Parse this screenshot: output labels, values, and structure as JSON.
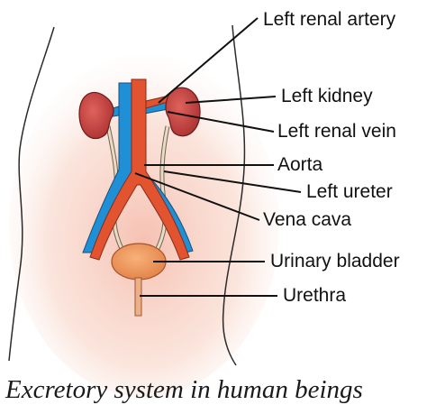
{
  "colors": {
    "skin": "#f7cdbd",
    "artery": "#e2532f",
    "vein": "#1f8fd6",
    "kidney": "#c9423f",
    "ureter": "#e9dcc3",
    "bladder": "#f0995c",
    "outline": "#2a2a2a"
  },
  "labels": {
    "left_renal_artery": "Left renal artery",
    "left_kidney": "Left kidney",
    "left_renal_vein": "Left renal vein",
    "aorta": "Aorta",
    "left_ureter": "Left ureter",
    "vena_cava": "Vena cava",
    "urinary_bladder": "Urinary bladder",
    "urethra": "Urethra"
  },
  "caption": "Excretory system in human beings"
}
